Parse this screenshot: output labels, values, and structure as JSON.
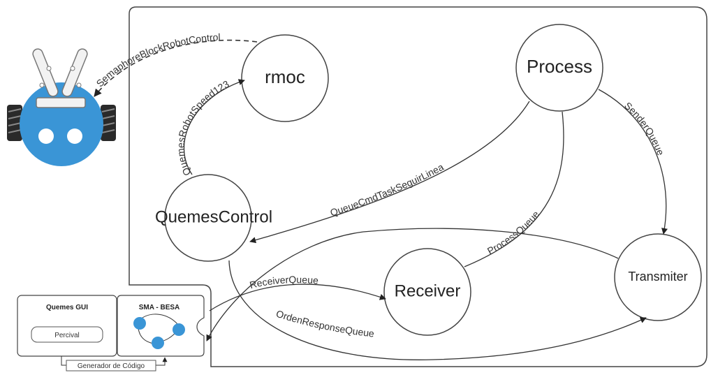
{
  "nodes": {
    "rmoc": "rmoc",
    "process": "Process",
    "quemes_control": "QuemesControl",
    "receiver": "Receiver",
    "transmiter": "Transmiter"
  },
  "edges": {
    "semaphore": "SemaphoreBlockRobotControl",
    "robot_speed": "QuemesRobotSpeed123",
    "cmd_task": "QueueCmdTaskSeguirLinea",
    "process_queue": "ProcessQueue",
    "sender_queue": "SenderQueue",
    "receiver_queue": "ReceiverQueue",
    "orden_response": "OrdenResponseQueue"
  },
  "panels": {
    "gui_title": "Quemes GUI",
    "gui_button": "Percival",
    "sma_title": "SMA - BESA",
    "generator": "Generador de Código"
  },
  "colors": {
    "robot_blue": "#3a95d6",
    "line": "#333333"
  }
}
